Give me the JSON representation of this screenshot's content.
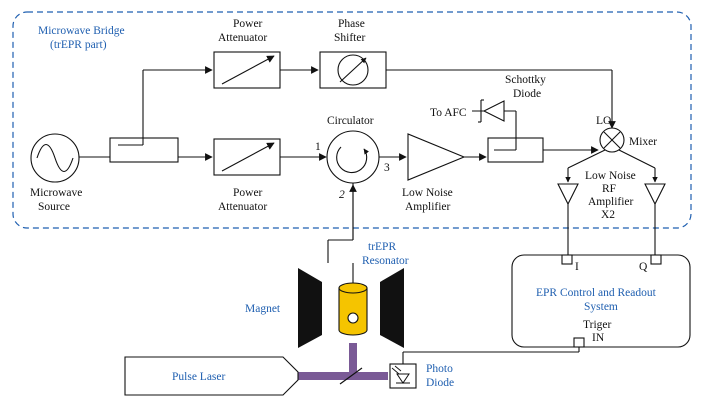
{
  "bridge": {
    "title_line1": "Microwave Bridge",
    "title_line2": "(trEPR part)"
  },
  "source": {
    "line1": "Microwave",
    "line2": "Source"
  },
  "att_top": {
    "line1": "Power",
    "line2": "Attenuator"
  },
  "att_bot": {
    "line1": "Power",
    "line2": "Attenuator"
  },
  "phase": {
    "line1": "Phase",
    "line2": "Shifter"
  },
  "circulator": {
    "label": "Circulator",
    "port1": "1",
    "port2": "2",
    "port3": "3"
  },
  "lna": {
    "line1": "Low Noise",
    "line2": "Amplifier"
  },
  "schottky": {
    "line1": "Schottky",
    "line2": "Diode"
  },
  "afc": {
    "label": "To AFC"
  },
  "mixer": {
    "label": "Mixer",
    "lo": "LO"
  },
  "rf_amp": {
    "line1": "Low Noise",
    "line2": "RF",
    "line3": "Amplifier",
    "line4": "X2"
  },
  "resonator": {
    "line1": "trEPR",
    "line2": "Resonator"
  },
  "magnet": {
    "label": "Magnet"
  },
  "control": {
    "line1": "EPR Control and Readout",
    "line2": "System",
    "port_i": "I",
    "port_q": "Q",
    "trig1": "Triger",
    "trig2": "IN"
  },
  "laser": {
    "label": "Pulse Laser"
  },
  "photodiode": {
    "line1": "Photo",
    "line2": "Diode"
  },
  "colors": {
    "blue": "#1f5fb0",
    "resonator_fill": "#f5c400",
    "beam": "#7a5a96",
    "magnet": "#111111"
  }
}
